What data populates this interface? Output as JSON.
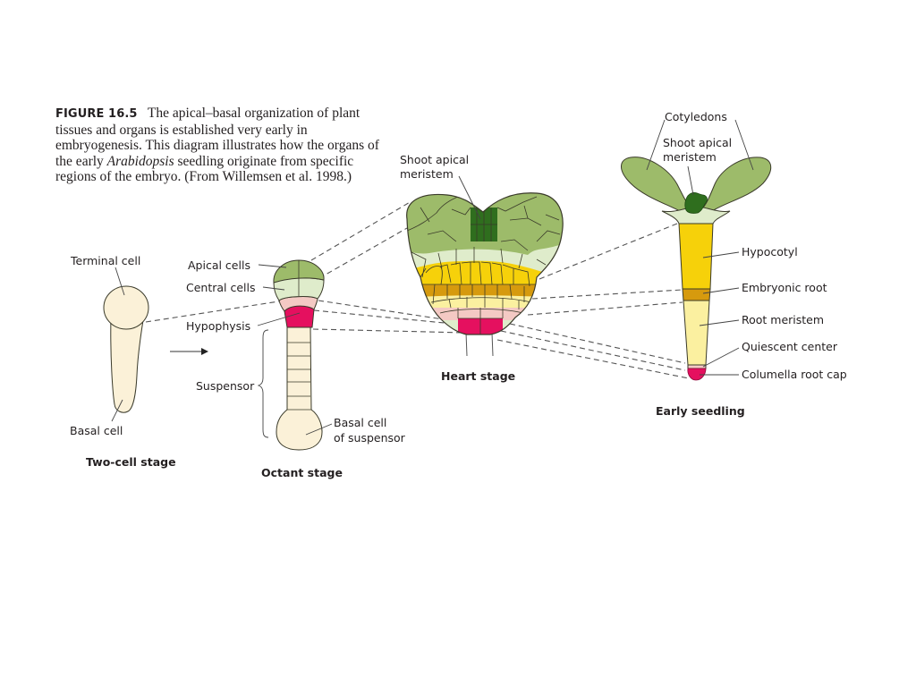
{
  "caption": {
    "figure_label": "FIGURE 16.5",
    "text_before_italic": "The apical–basal organization of plant tissues and organs is established very early in embryogenesis. This diagram illustrates how the organs of the early",
    "italic": "Arabidopsis",
    "text_after_italic": "seedling originate from specific regions of the embryo. (From Willemsen et al. 1998.)"
  },
  "colors": {
    "cream": "#fbf1d8",
    "green_apical": "#9dbb6a",
    "green_light": "#dfeccb",
    "green_dark": "#2f6e1e",
    "pink_light": "#f4c9c4",
    "magenta": "#e5105f",
    "yellow": "#f6d10a",
    "ochre": "#d69a0e",
    "pale_yellow": "#fbf0a0"
  },
  "stages": {
    "two_cell": {
      "title": "Two-cell stage",
      "labels": [
        "Terminal cell",
        "Basal cell"
      ]
    },
    "octant": {
      "title": "Octant stage",
      "labels": [
        "Apical cells",
        "Central cells",
        "Hypophysis",
        "Suspensor",
        "Basal cell",
        "of suspensor"
      ]
    },
    "heart": {
      "title": "Heart stage",
      "labels": [
        "Shoot apical",
        "meristem"
      ]
    },
    "seedling": {
      "title": "Early seedling",
      "labels": [
        "Cotyledons",
        "Shoot apical",
        "meristem",
        "Hypocotyl",
        "Embryonic root",
        "Root meristem",
        "Quiescent center",
        "Columella root cap"
      ]
    }
  }
}
